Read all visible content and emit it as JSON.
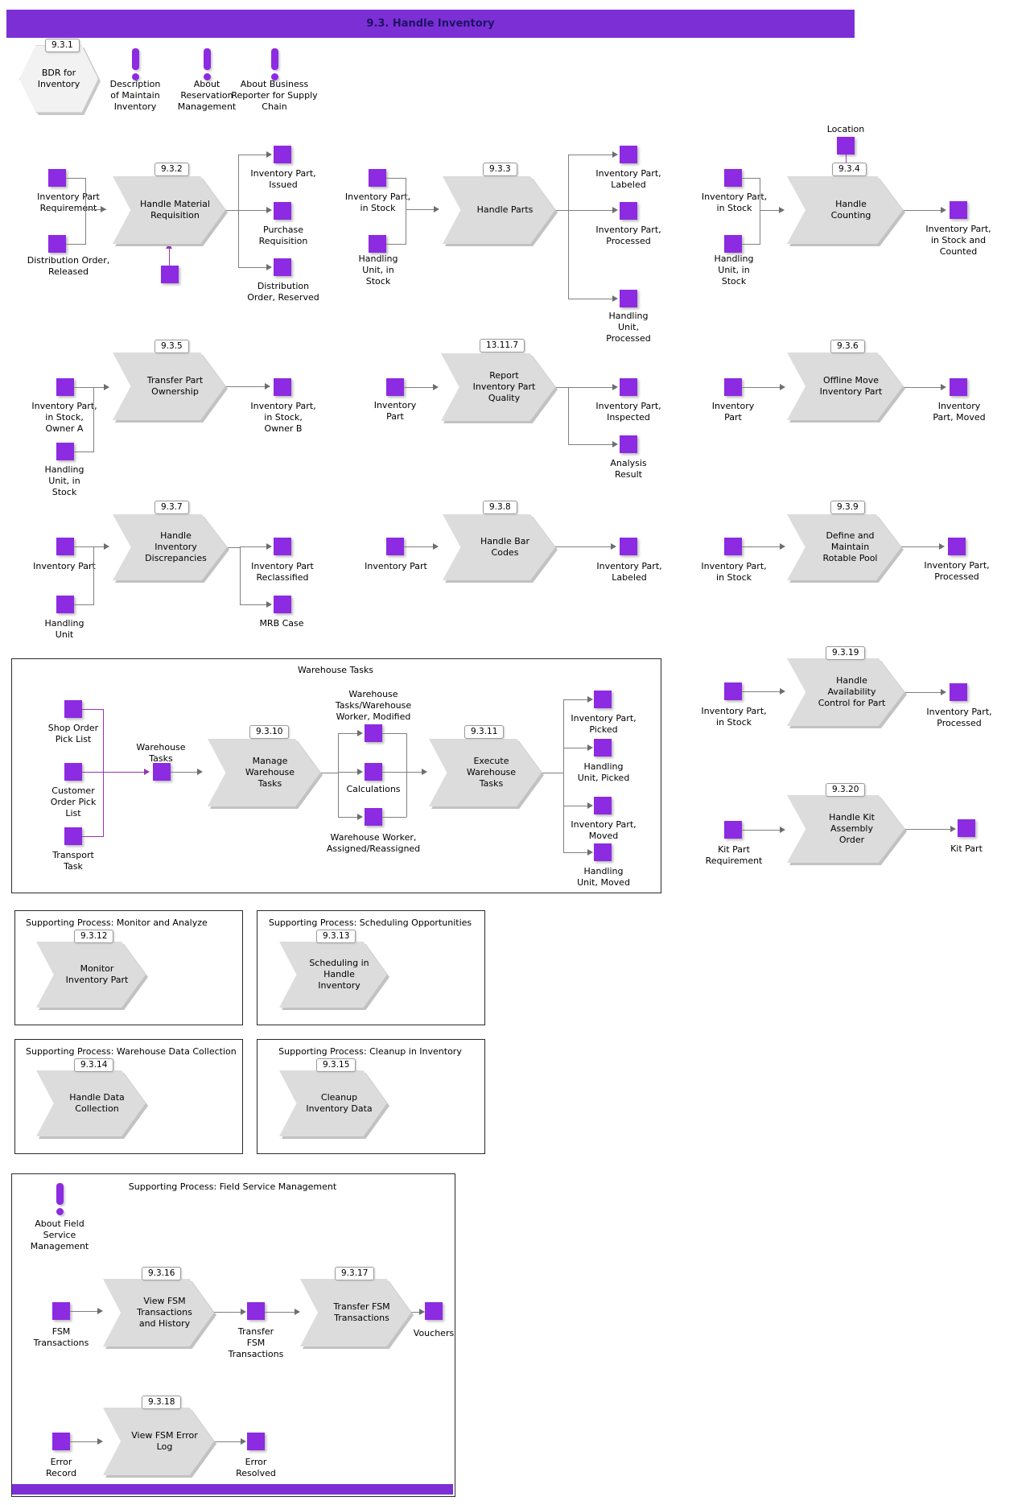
{
  "colors": {
    "header_bg": "#7d2fd6",
    "title_text": "#1b1464",
    "artifact_purple": "#8c2be1",
    "process_gray": "#dcdcdc",
    "connector_gray": "#808080",
    "connector_purple": "#9436b2"
  },
  "header": {
    "title": "9.3. Handle Inventory"
  },
  "top": {
    "bdr": {
      "badge": "9.3.1",
      "label": "BDR for\nInventory"
    },
    "info_maintain": "Description\nof Maintain\nInventory",
    "info_reservation": "About\nReservation\nManagement",
    "info_business_reporter": "About Business\nReporter for Supply\nChain"
  },
  "material_requisition": {
    "badge": "9.3.2",
    "process": "Handle Material\nRequisition",
    "in1": "Inventory Part\nRequirement",
    "in2": "Distribution Order,\nReleased",
    "out1": "Inventory Part,\nIssued",
    "out2": "Purchase\nRequisition",
    "out3": "Distribution\nOrder, Reserved"
  },
  "handle_parts": {
    "badge": "9.3.3",
    "process": "Handle Parts",
    "in1": "Inventory Part,\nin Stock",
    "in2": "Handling\nUnit, in\nStock",
    "out1": "Inventory Part,\nLabeled",
    "out2": "Inventory Part,\nProcessed",
    "out3": "Handling\nUnit,\nProcessed"
  },
  "handle_counting": {
    "badge": "9.3.4",
    "process": "Handle\nCounting",
    "top_in": "Location",
    "in1": "Inventory Part,\nin Stock",
    "in2": "Handling\nUnit, in\nStock",
    "out1": "Inventory Part,\nin Stock and\nCounted"
  },
  "transfer_ownership": {
    "badge": "9.3.5",
    "process": "Transfer Part\nOwnership",
    "in1": "Inventory Part,\nin Stock,\nOwner A",
    "in2": "Handling\nUnit, in\nStock",
    "out1": "Inventory Part,\nin Stock,\nOwner B"
  },
  "report_quality": {
    "badge": "13.11.7",
    "process": "Report\nInventory Part\nQuality",
    "in1": "Inventory\nPart",
    "out1": "Inventory Part,\nInspected",
    "out2": "Analysis\nResult"
  },
  "offline_move": {
    "badge": "9.3.6",
    "process": "Offline Move\nInventory Part",
    "in1": "Inventory\nPart",
    "out1": "Inventory\nPart, Moved"
  },
  "discrepancies": {
    "badge": "9.3.7",
    "process": "Handle\nInventory\nDiscrepancies",
    "in1": "Inventory Part",
    "in2": "Handling\nUnit",
    "out1": "Inventory Part\nReclassified",
    "out2": "MRB Case"
  },
  "bar_codes": {
    "badge": "9.3.8",
    "process": "Handle Bar\nCodes",
    "in1": "Inventory Part",
    "out1": "Inventory Part,\nLabeled"
  },
  "rotable_pool": {
    "badge": "9.3.9",
    "process": "Define and\nMaintain\nRotable Pool",
    "in1": "Inventory Part,\nin Stock",
    "out1": "Inventory Part,\nProcessed"
  },
  "warehouse": {
    "box_title": "Warehouse Tasks",
    "in1": "Shop Order\nPick List",
    "in2": "Customer\nOrder Pick\nList",
    "in3": "Transport\nTask",
    "merge_label": "Warehouse\nTasks",
    "manage": {
      "badge": "9.3.10",
      "process": "Manage\nWarehouse\nTasks"
    },
    "mid1": "Warehouse\nTasks/Warehouse\nWorker, Modified",
    "mid2": "Calculations",
    "mid3": "Warehouse Worker,\nAssigned/Reassigned",
    "execute": {
      "badge": "9.3.11",
      "process": "Execute\nWarehouse\nTasks"
    },
    "out1": "Inventory Part,\nPicked",
    "out2": "Handling\nUnit, Picked",
    "out3": "Inventory Part,\nMoved",
    "out4": "Handling\nUnit, Moved"
  },
  "availability": {
    "badge": "9.3.19",
    "process": "Handle\nAvailability\nControl for Part",
    "in1": "Inventory Part,\nin Stock",
    "out1": "Inventory Part,\nProcessed"
  },
  "kit_assembly": {
    "badge": "9.3.20",
    "process": "Handle Kit\nAssembly\nOrder",
    "in1": "Kit Part\nRequirement",
    "out1": "Kit Part"
  },
  "supporting": [
    {
      "title": "Supporting Process: Monitor and Analyze",
      "badge": "9.3.12",
      "process": "Monitor\nInventory Part"
    },
    {
      "title": "Supporting Process: Scheduling Opportunities",
      "badge": "9.3.13",
      "process": "Scheduling in\nHandle\nInventory"
    },
    {
      "title": "Supporting Process: Warehouse Data Collection",
      "badge": "9.3.14",
      "process": "Handle Data\nCollection"
    },
    {
      "title": "Supporting Process: Cleanup in Inventory",
      "badge": "9.3.15",
      "process": "Cleanup\nInventory Data"
    }
  ],
  "fsm": {
    "box_title": "Supporting Process: Field Service Management",
    "info": "About Field\nService\nManagement",
    "view_trans": {
      "badge": "9.3.16",
      "process": "View FSM\nTransactions\nand History"
    },
    "transfer": {
      "badge": "9.3.17",
      "process": "Transfer FSM\nTransactions"
    },
    "error_log": {
      "badge": "9.3.18",
      "process": "View FSM Error\nLog"
    },
    "in1": "FSM\nTransactions",
    "mid1": "Transfer\nFSM\nTransactions",
    "out1": "Vouchers",
    "in2": "Error\nRecord",
    "out2": "Error\nResolved"
  }
}
